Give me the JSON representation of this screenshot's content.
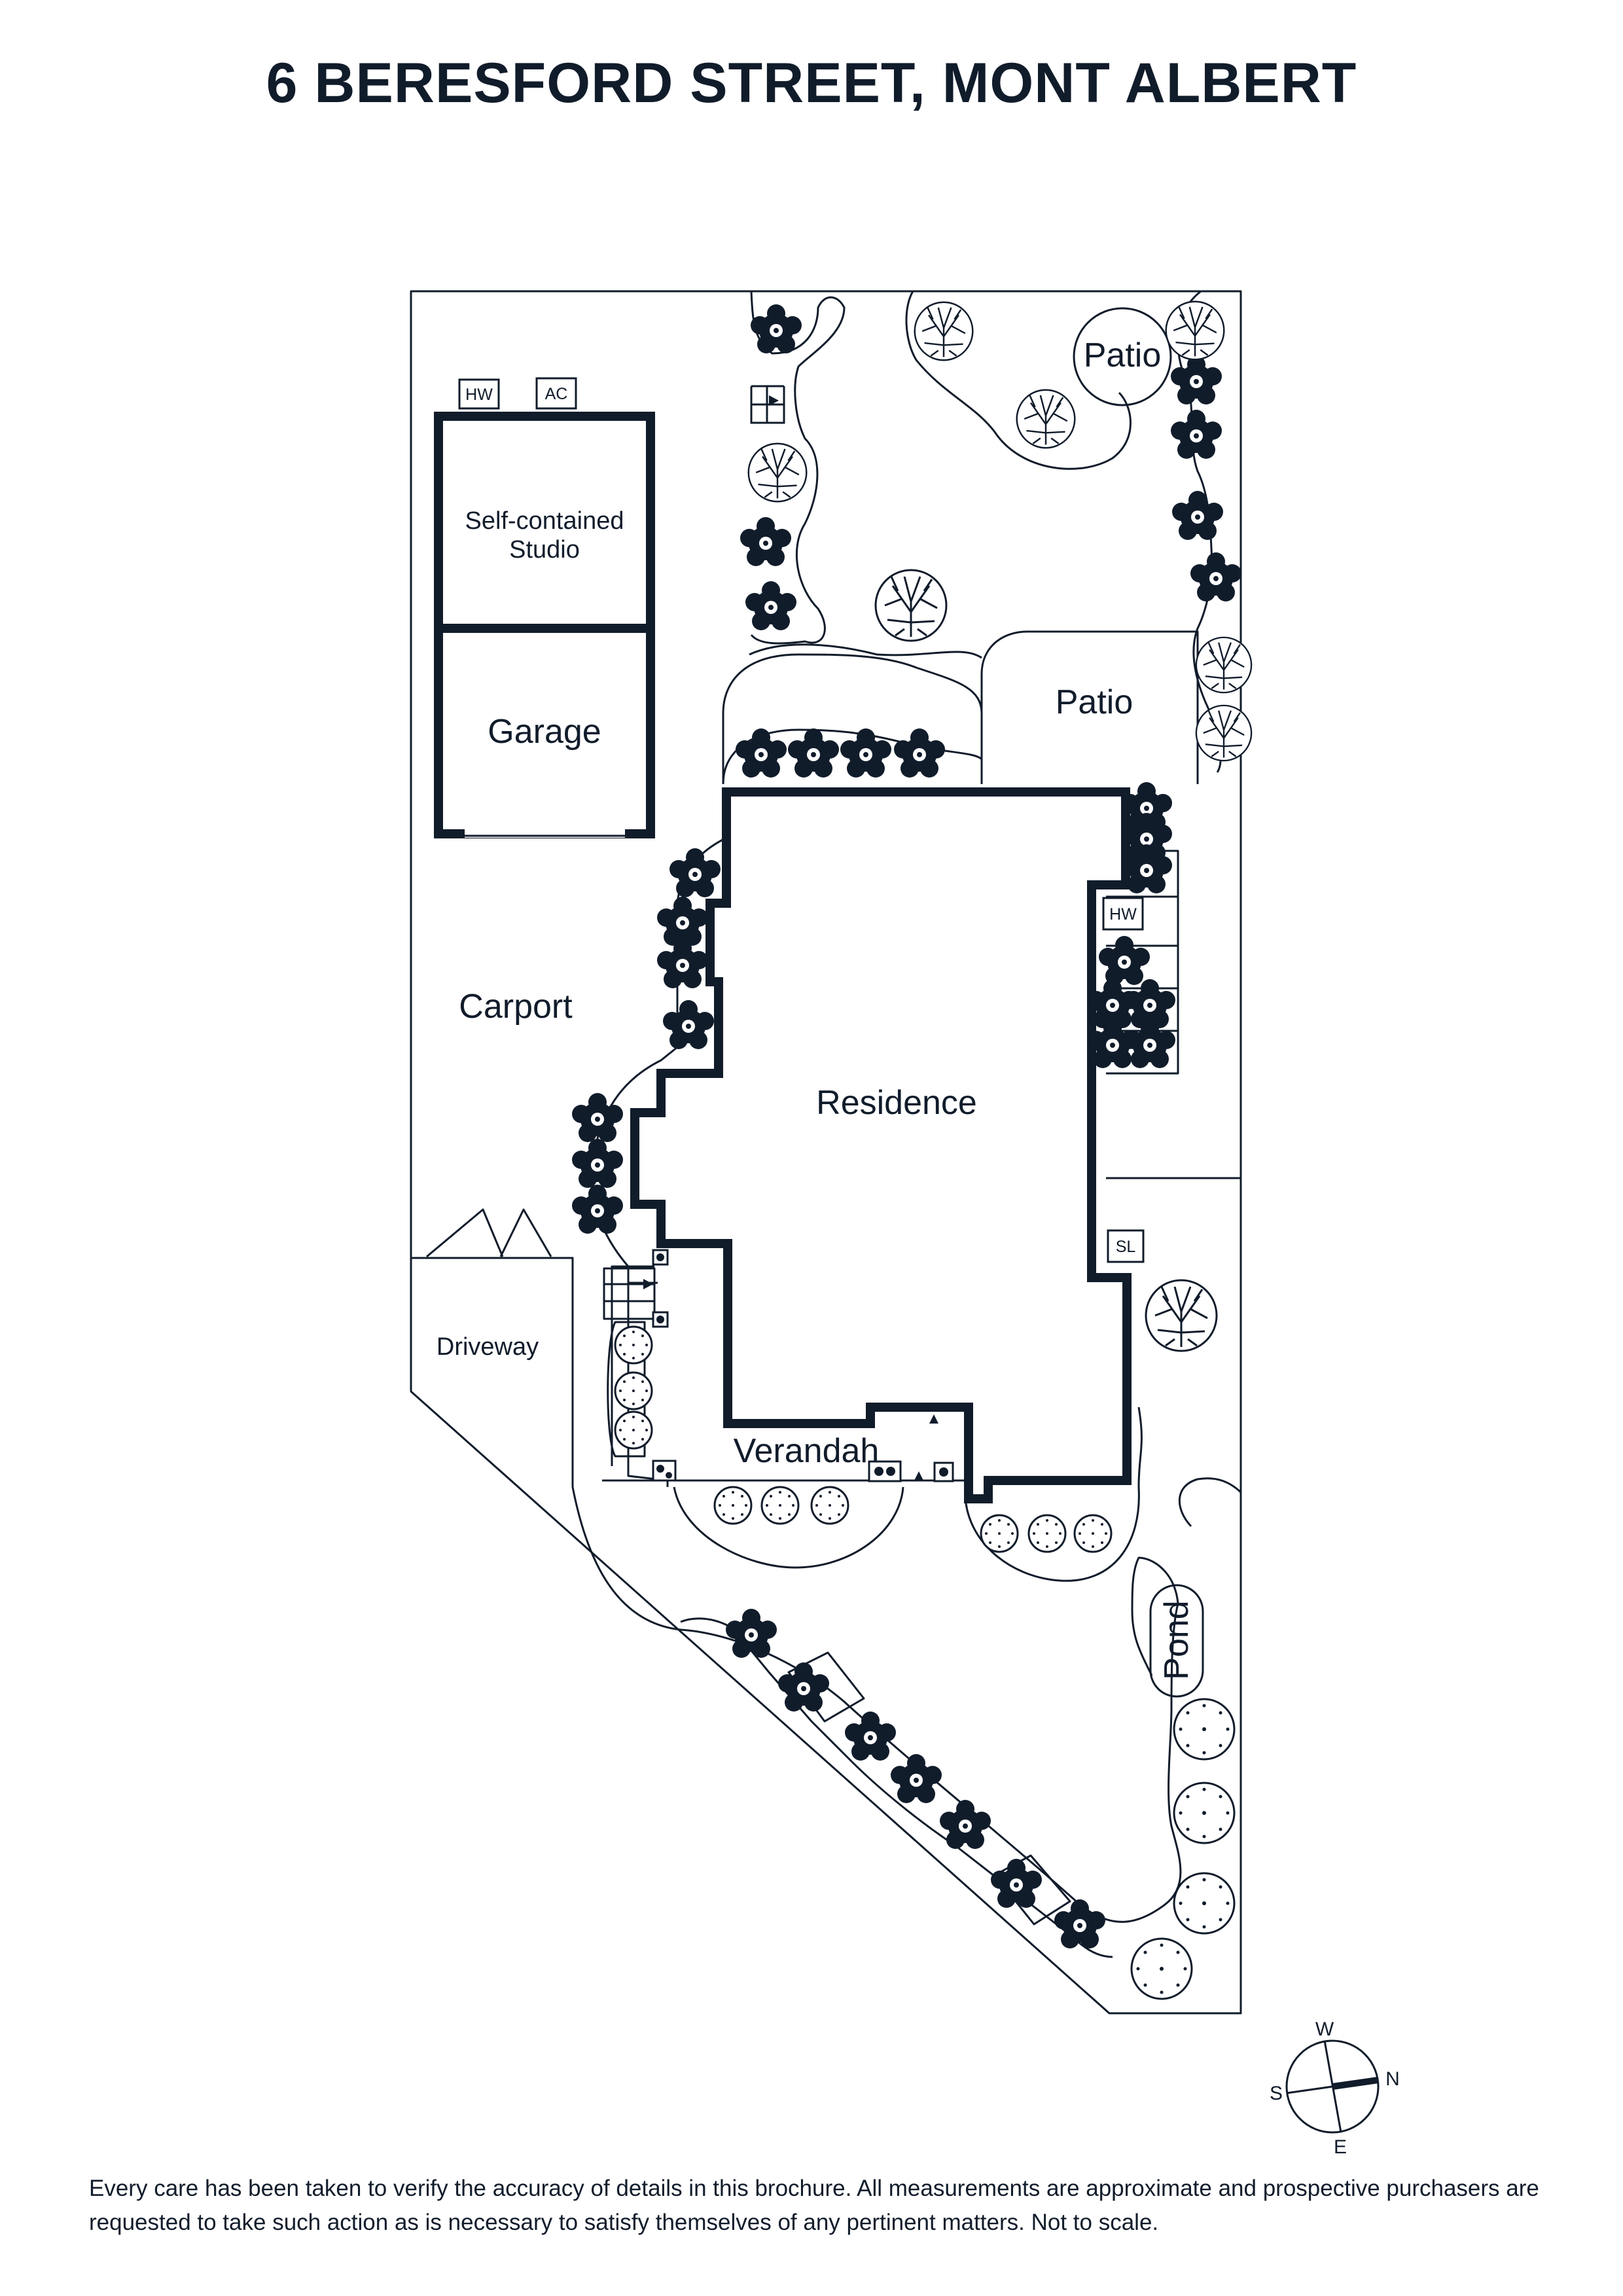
{
  "title": "6 BERESFORD STREET, MONT ALBERT",
  "rooms": {
    "studio_line1": "Self-contained",
    "studio_line2": "Studio",
    "garage": "Garage",
    "carport": "Carport",
    "driveway": "Driveway",
    "residence": "Residence",
    "verandah": "Verandah",
    "patio_top": "Patio",
    "patio_mid": "Patio",
    "pond": "Pond"
  },
  "tags": {
    "hw_studio": "HW",
    "ac_studio": "AC",
    "hw_house": "HW",
    "sl_house": "SL"
  },
  "compass": {
    "w": "W",
    "n": "N",
    "s": "S",
    "e": "E"
  },
  "disclaimer": "Every care has been taken to verify the accuracy of details in this brochure. All measurements are approximate and prospective purchasers are requested to take such action as is necessary to satisfy themselves of any pertinent matters. Not to scale.",
  "colors": {
    "ink": "#111c2b",
    "background": "#ffffff"
  }
}
